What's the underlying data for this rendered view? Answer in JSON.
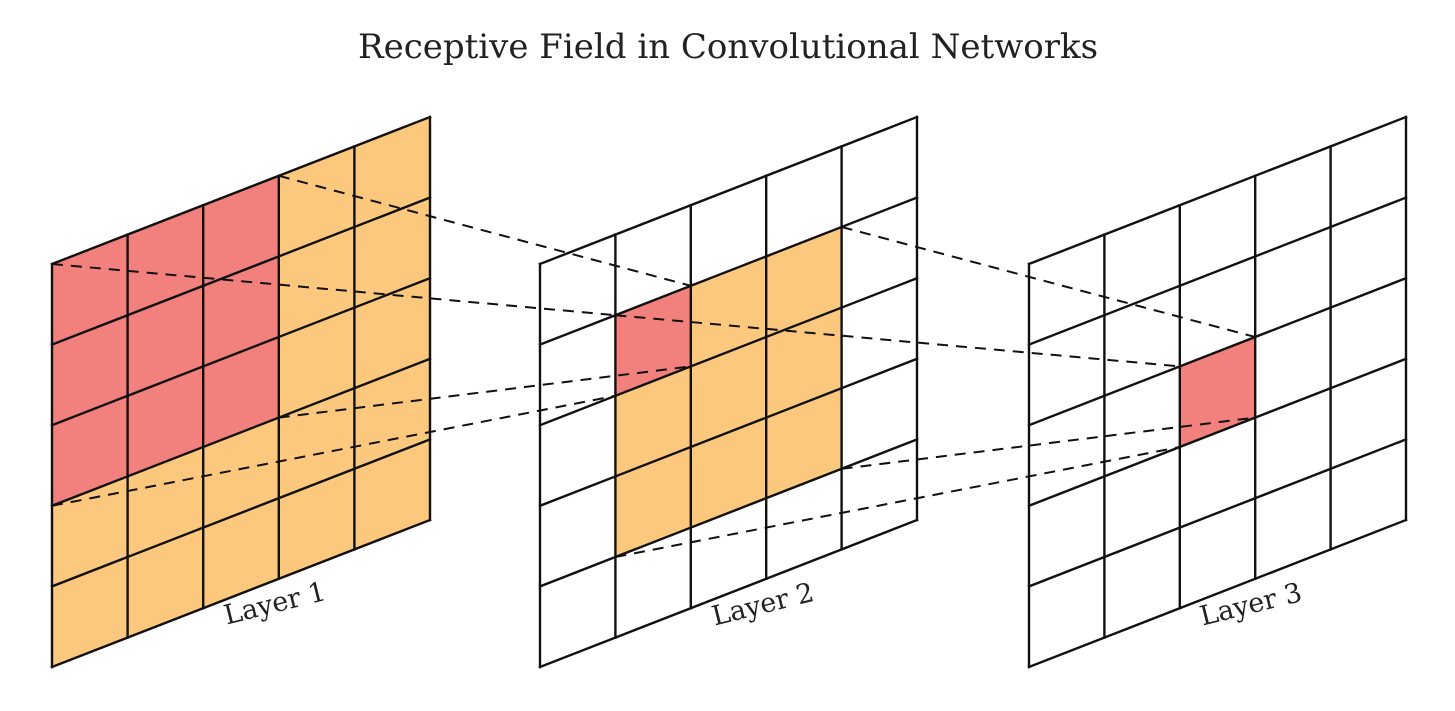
{
  "title": "Receptive Field in Convolutional Networks",
  "colors": {
    "receptive_field": "#f2807d",
    "neighbor_region": "#fcc87e",
    "empty_cell": "#ffffff",
    "grid_line": "#111111"
  },
  "layers": [
    {
      "label": "Layer 1",
      "rows": 5,
      "cols": 5,
      "cells": [
        [
          "r",
          "r",
          "r",
          "o",
          "o"
        ],
        [
          "r",
          "r",
          "r",
          "o",
          "o"
        ],
        [
          "r",
          "r",
          "r",
          "o",
          "o"
        ],
        [
          "o",
          "o",
          "o",
          "o",
          "o"
        ],
        [
          "o",
          "o",
          "o",
          "o",
          "o"
        ]
      ]
    },
    {
      "label": "Layer 2",
      "rows": 5,
      "cols": 5,
      "cells": [
        [
          "w",
          "w",
          "w",
          "w",
          "w"
        ],
        [
          "w",
          "r",
          "o",
          "o",
          "w"
        ],
        [
          "w",
          "o",
          "o",
          "o",
          "w"
        ],
        [
          "w",
          "o",
          "o",
          "o",
          "w"
        ],
        [
          "w",
          "w",
          "w",
          "w",
          "w"
        ]
      ]
    },
    {
      "label": "Layer 3",
      "rows": 5,
      "cols": 5,
      "cells": [
        [
          "w",
          "w",
          "w",
          "w",
          "w"
        ],
        [
          "w",
          "w",
          "w",
          "w",
          "w"
        ],
        [
          "w",
          "w",
          "r",
          "w",
          "w"
        ],
        [
          "w",
          "w",
          "w",
          "w",
          "w"
        ],
        [
          "w",
          "w",
          "w",
          "w",
          "w"
        ]
      ]
    }
  ]
}
